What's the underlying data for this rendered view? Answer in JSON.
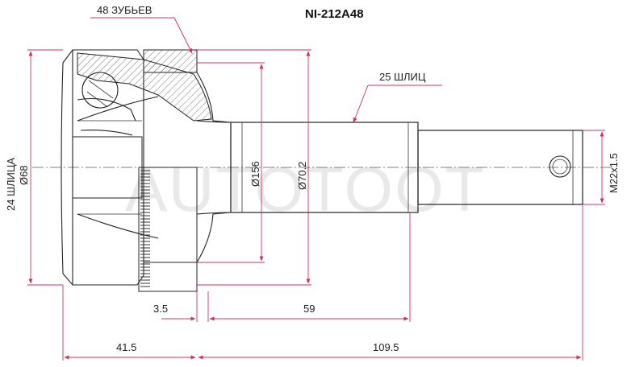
{
  "part_number": "NI-212A48",
  "watermark": "AUTOTOOT",
  "labels": {
    "teeth": "48 ЗУБЬЕВ",
    "outer_splines": "25 ШЛИЦ",
    "inner_splines": "24 ШЛИЦА",
    "inner_diameter": "Ø68",
    "bell_diameter": "Ø156",
    "shaft_diameter": "Ø70.2",
    "thread": "M22x1.5",
    "dim_3_5": "3.5",
    "dim_59": "59",
    "dim_41_5": "41.5",
    "dim_109_5": "109.5"
  },
  "colors": {
    "dimension_lines": "#d0305a",
    "outline": "#222222",
    "watermark": "#e9e9e9"
  }
}
